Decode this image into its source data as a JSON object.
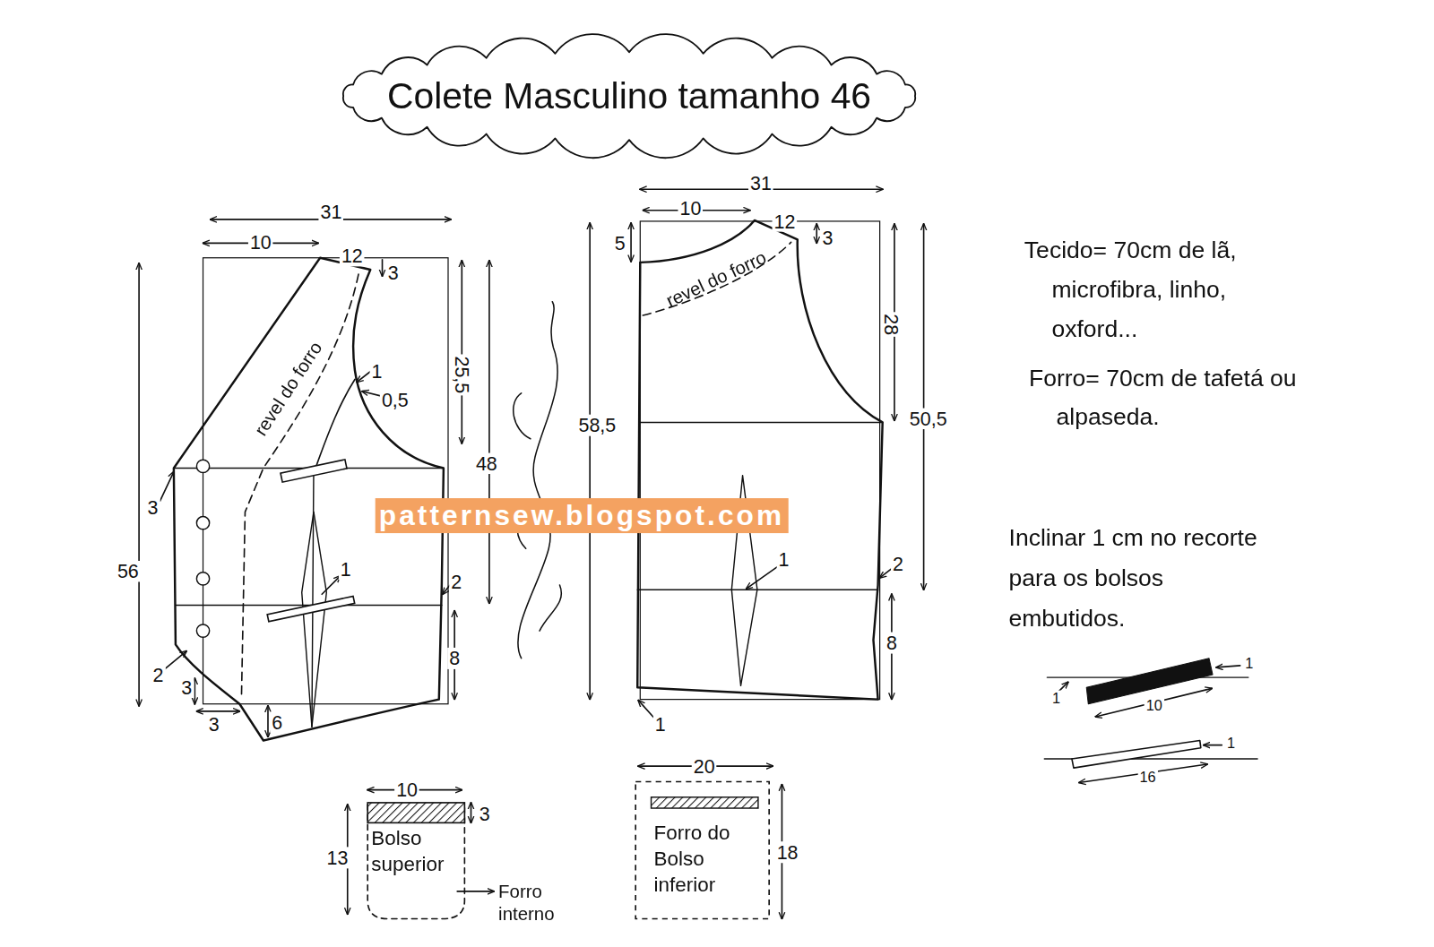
{
  "diagram": {
    "title": "Colete Masculino tamanho 46",
    "nodes": [
      {
        "text": [
          "revel do forro"
        ]
      },
      {
        "text": [
          "revel do forro"
        ]
      },
      {
        "text": [
          "Bolso superior"
        ]
      },
      {
        "text": [
          "Forro do Bolso inferior"
        ]
      }
    ],
    "labels": [
      "31",
      "10",
      "12",
      "3",
      "25,5",
      "48",
      "1",
      "0,5",
      "56",
      "3",
      "1",
      "2",
      "8",
      "2",
      "3",
      "3",
      "6",
      "31",
      "10",
      "12",
      "3",
      "5",
      "28",
      "58,5",
      "50,5",
      "1",
      "2",
      "8",
      "1",
      "patternsew.blogspot.com",
      "Tecido= 70cm de lã, microfibra, linho, oxford...",
      "Forro= 70cm de tafetá ou alpaseda.",
      "Inclinar 1 cm no recorte para os bolsos embutidos.",
      "1",
      "1",
      "10",
      "1",
      "16",
      "10",
      "3",
      "13",
      "Forro interno",
      "20",
      "18"
    ]
  }
}
